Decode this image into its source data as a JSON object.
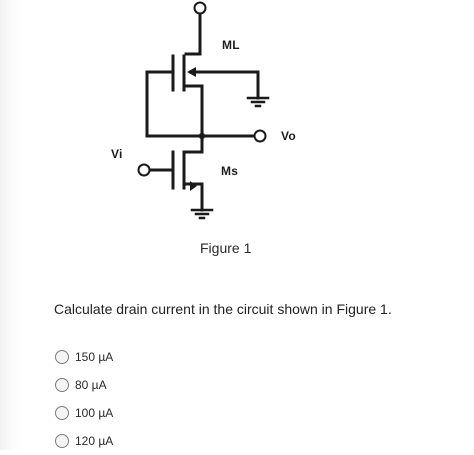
{
  "figure": {
    "labels": {
      "ml": "ML",
      "vo": "Vo",
      "vi": "Vi",
      "ms": "Ms"
    },
    "caption": "Figure 1"
  },
  "question": {
    "text": "Calculate drain current in the circuit shown in Figure 1."
  },
  "options": [
    {
      "label": "150 µA"
    },
    {
      "label": "80 µA"
    },
    {
      "label": "100 µA"
    },
    {
      "label": "120 µA"
    }
  ]
}
